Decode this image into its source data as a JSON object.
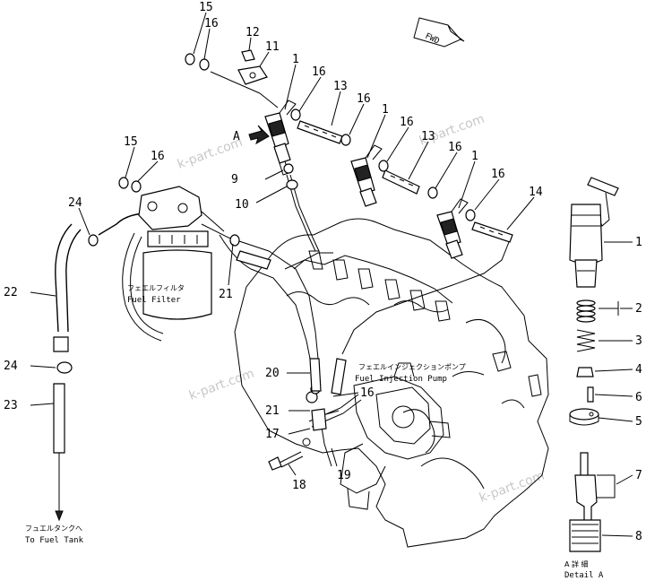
{
  "callouts": [
    "1",
    "2",
    "3",
    "4",
    "5",
    "6",
    "7",
    "8",
    "9",
    "10",
    "11",
    "12",
    "13",
    "14",
    "15",
    "16",
    "17",
    "18",
    "19",
    "20",
    "21",
    "22",
    "23",
    "24"
  ],
  "fwd_label": "FWD",
  "view_mark": "A",
  "fuel_filter": {
    "jp": "フェエルフィルタ",
    "en": "Fuel Filter"
  },
  "injection_pump": {
    "jp": "フェエルインジェクションポンプ",
    "en": "Fuel Injection Pump"
  },
  "fuel_tank": {
    "jp": "フュエルタンクへ",
    "en": "To Fuel Tank"
  },
  "detail": {
    "jp": "A 詳 細",
    "en": "Detail A"
  },
  "watermark": "k-part.com"
}
